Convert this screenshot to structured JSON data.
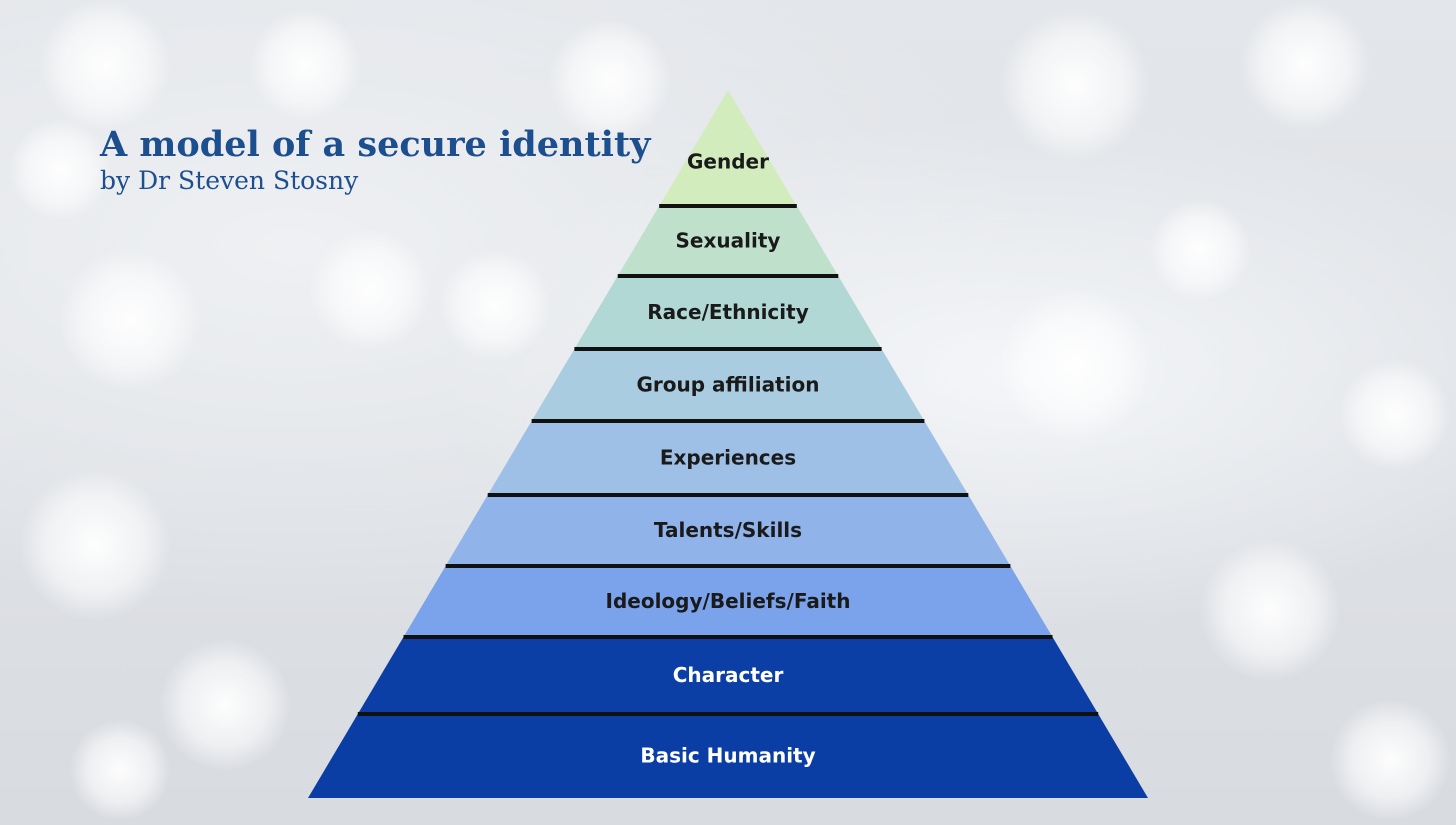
{
  "header": {
    "title": "A model of a secure identity",
    "subtitle": "by Dr Steven Stosny"
  },
  "pyramid": {
    "levels_top_to_bottom": [
      {
        "label": "Gender",
        "fill": "#d2ecbe",
        "text_color": "#1a1a1a"
      },
      {
        "label": "Sexuality",
        "fill": "#bfe1cb",
        "text_color": "#1a1a1a"
      },
      {
        "label": "Race/Ethnicity",
        "fill": "#b1d8d4",
        "text_color": "#1a1a1a"
      },
      {
        "label": "Group affiliation",
        "fill": "#a9cce0",
        "text_color": "#1a1a1a"
      },
      {
        "label": "Experiences",
        "fill": "#9fc0e6",
        "text_color": "#1a1a1a"
      },
      {
        "label": "Talents/Skills",
        "fill": "#90b3ea",
        "text_color": "#1a1a1a"
      },
      {
        "label": "Ideology/Beliefs/Faith",
        "fill": "#7ba3ec",
        "text_color": "#1a1a1a"
      },
      {
        "label": "Character",
        "fill": "#0c3fa6",
        "text_color": "#ffffff"
      },
      {
        "label": "Basic Humanity",
        "fill": "#0b3ea4",
        "text_color": "#ffffff"
      }
    ],
    "divider_color": "#111111"
  }
}
